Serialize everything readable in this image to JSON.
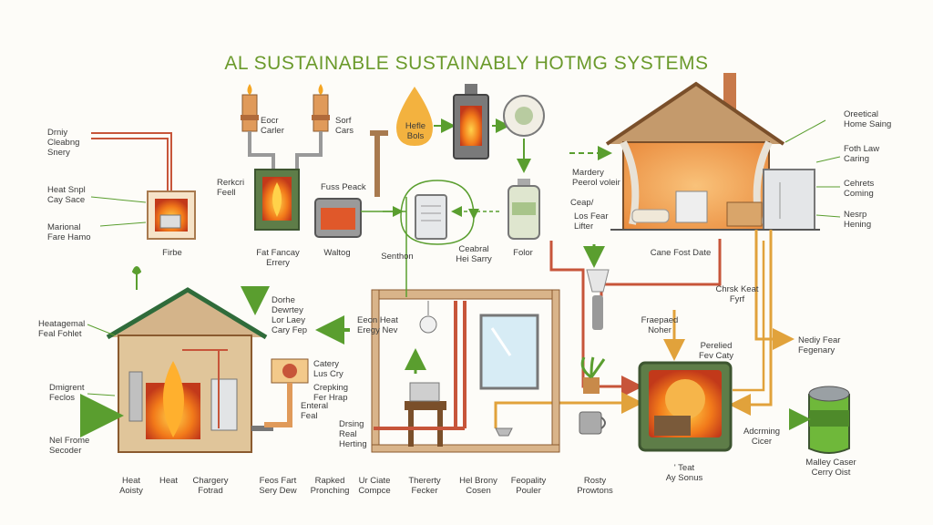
{
  "title": "AL SUSTAINABLE SUSTAINABLY HOTMG SYSTEMS",
  "labels": {
    "drying_cleaning": "Drniy\nCleabng\nSnery",
    "heat_snpl": "Heat Snpl\nCay Sace",
    "marional": "Marional\nFare Hamo",
    "firbe": "Firbe",
    "eocr_carler": "Eocr\nCarler",
    "sorf_cars": "Sorf\nCars",
    "rerkcri_feell": "Rerkcri\nFeell",
    "fat_fancy": "Fat Fancay\nErrery",
    "fuss_peack": "Fuss Peack",
    "waltog": "Waltog",
    "hefle_bols": "Hefle\nBols",
    "senthon": "Senthon",
    "ceabral_hei": "Ceabral\nHei Sarry",
    "folor": "Folor",
    "mardery": "Mardery\nPeerol voleir",
    "ceap": "Ceap/",
    "los_fear": "Los Fear\nLifter",
    "cane_fost": "Cane Fost Date",
    "oreetical": "Oreetical\nHome Saing",
    "foth_law": "Foth Law\nCaring",
    "cehrets": "Cehrets\nComing",
    "nesrp": "Nesrp\nHening",
    "heatagemal": "Heatagemal\nFeal Fohlet",
    "dorhe_dewrtey": "Dorhe\nDewrtey",
    "lor_laey": "Lor Laey\nCary Fep",
    "eeon_heat": "Eeon Heat\nEregy Nev",
    "chrsk_keat": "Chrsk Keat\nFyrf",
    "dmigrent": "Dmigrent\nFeclos",
    "nel_frome": "Nel Frome\nSecoder",
    "catery": "Catery\nLus Cry",
    "crepking": "Crepking\nFer Hrap",
    "enteral": "Enteral\nFeal",
    "drsing": "Drsing\nReal\nHerting",
    "fraepaed": "Fraepaed\nNoher",
    "perelied": "Perelied\nFev Caty",
    "nediy": "Nediy Fear\nFegenary",
    "heat_aoisty": "Heat\nAoisty",
    "heat_b": "Heat",
    "chargery": "Chargery\nFotrad",
    "feos_fart": "Feos Fart\nSery Dew",
    "rapked": "Rapked\nPronching",
    "ur_ciate": "Ur Ciate\nCompce",
    "thererty": "Thererty\nFecker",
    "hel_brony": "Hel Brony\nCosen",
    "feopality": "Feopality\nPouler",
    "rosty": "Rosty\nProwtons",
    "y_teat": "' Teat\nAy Sonus",
    "adcrming": "Adcrming\nCicer",
    "malley_caser": "Malley Caser\nCerry Oist"
  },
  "colors": {
    "title": "#6b9a2c",
    "arrow_green": "#5a9e2f",
    "pipe_orange": "#e1a23b",
    "pipe_red": "#c7553a",
    "wood": "#a87a4f"
  }
}
